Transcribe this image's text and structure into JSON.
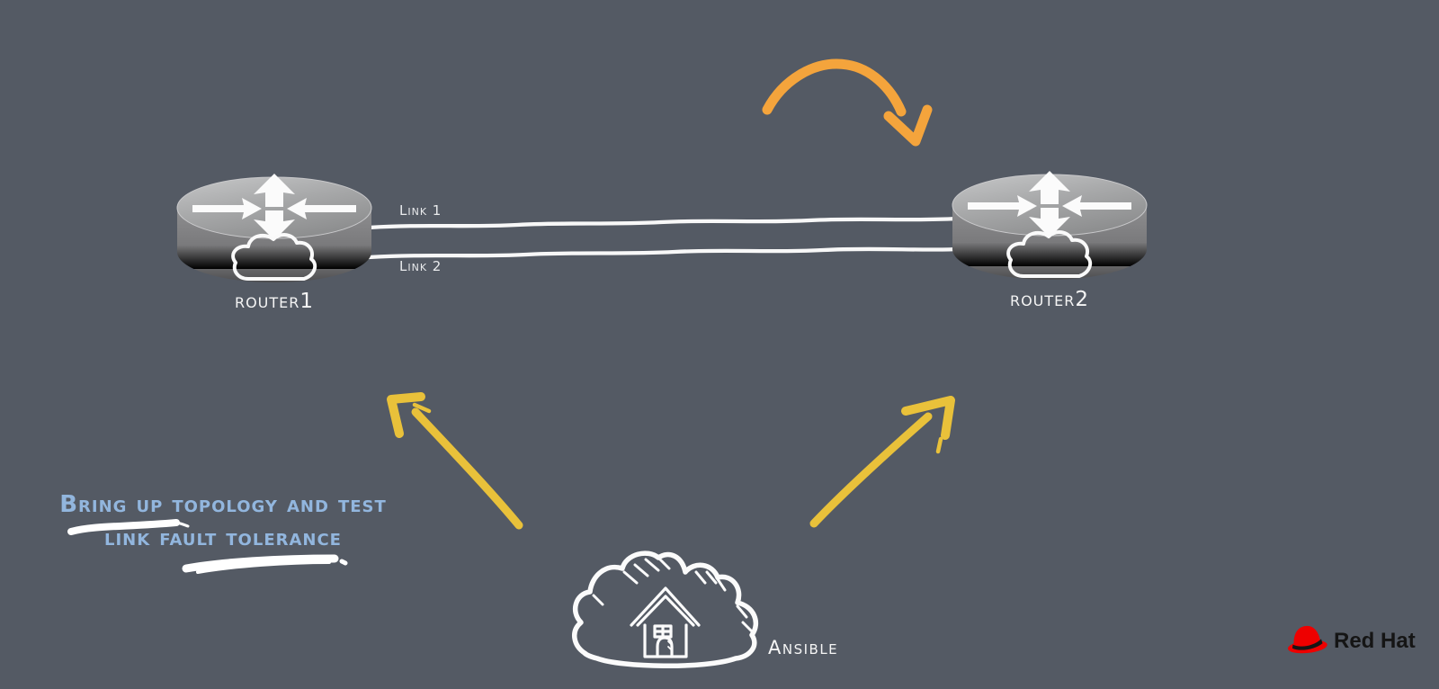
{
  "background": "#545A64",
  "routers": [
    {
      "label": "router1"
    },
    {
      "label": "router2"
    }
  ],
  "links": [
    {
      "label": "Link 1"
    },
    {
      "label": "Link 2"
    }
  ],
  "caption": {
    "line1": "Bring up topology and test",
    "line2": "link fault tolerance",
    "color": "#92B6DE"
  },
  "ansible": {
    "label": "Ansible"
  },
  "brand": {
    "name": "Red Hat",
    "hat_color": "#EE0000",
    "text_color": "#151515"
  },
  "annotations": {
    "orange_arrow_color": "#F4A43C",
    "yellow_arrow_color": "#E9C13A",
    "link_line_color": "#F8F8F8",
    "scribble_color": "#FFFFFF"
  }
}
